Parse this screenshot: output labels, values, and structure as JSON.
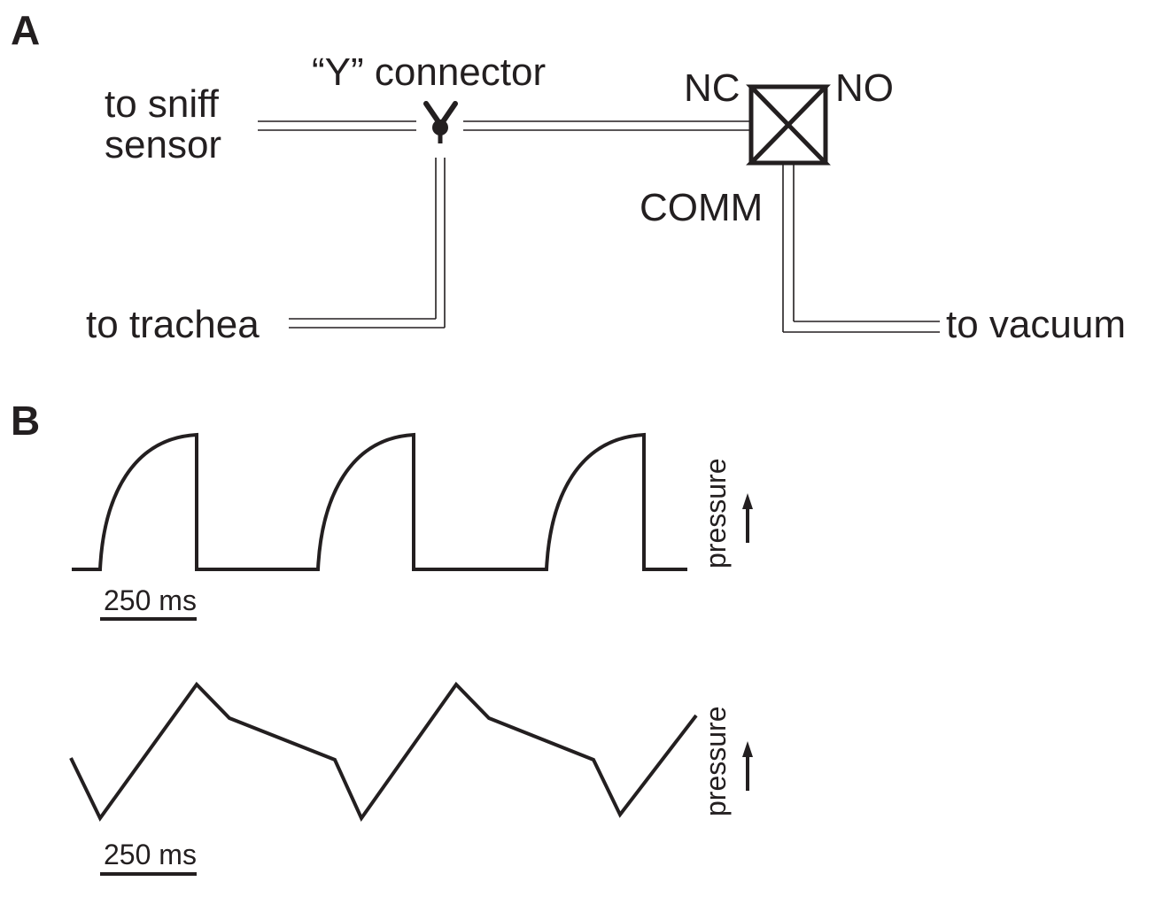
{
  "panel_a": {
    "label": "A",
    "y_connector_label": "“Y” connector",
    "sniff_label_line1": "to sniff",
    "sniff_label_line2": "sensor",
    "trachea_label": "to trachea",
    "vacuum_label": "to vacuum",
    "valve_nc_label": "NC",
    "valve_no_label": "NO",
    "valve_comm_label": "COMM"
  },
  "panel_b": {
    "label": "B",
    "trace1": {
      "scale_bar_label": "250 ms",
      "axis_label": "pressure"
    },
    "trace2": {
      "scale_bar_label": "250 ms",
      "axis_label": "pressure"
    }
  }
}
